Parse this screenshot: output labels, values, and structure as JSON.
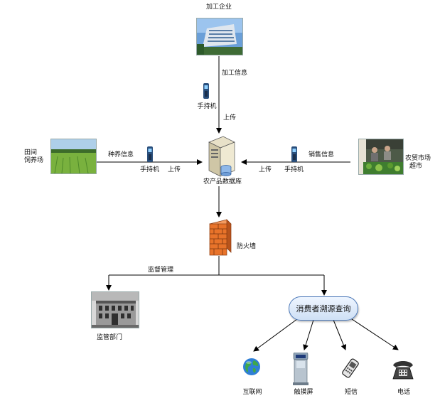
{
  "nodes": {
    "processing_enterprise": "加工企业",
    "processing_info": "加工信息",
    "handheld_top": "手持机",
    "upload_top": "上传",
    "field_farm_line1": "田间",
    "field_farm_line2": "饲养场",
    "planting_info": "种养信息",
    "handheld_left": "手持机",
    "upload_left": "上传",
    "market_line1": "农贸市场",
    "market_line2": "超市",
    "sales_info": "销售信息",
    "handheld_right": "手持机",
    "upload_right": "上传",
    "database": "农产品数据库",
    "firewall": "防火墙",
    "supervision_management": "监督管理",
    "supervision_department": "监管部门",
    "consumer_query": "消费者溯源查询",
    "internet": "互联网",
    "touchscreen": "触摸屏",
    "sms": "短信",
    "telephone": "电话"
  },
  "colors": {
    "line": "#000000",
    "pill_border": "#4c78b8",
    "firewall": "#e8732a"
  }
}
